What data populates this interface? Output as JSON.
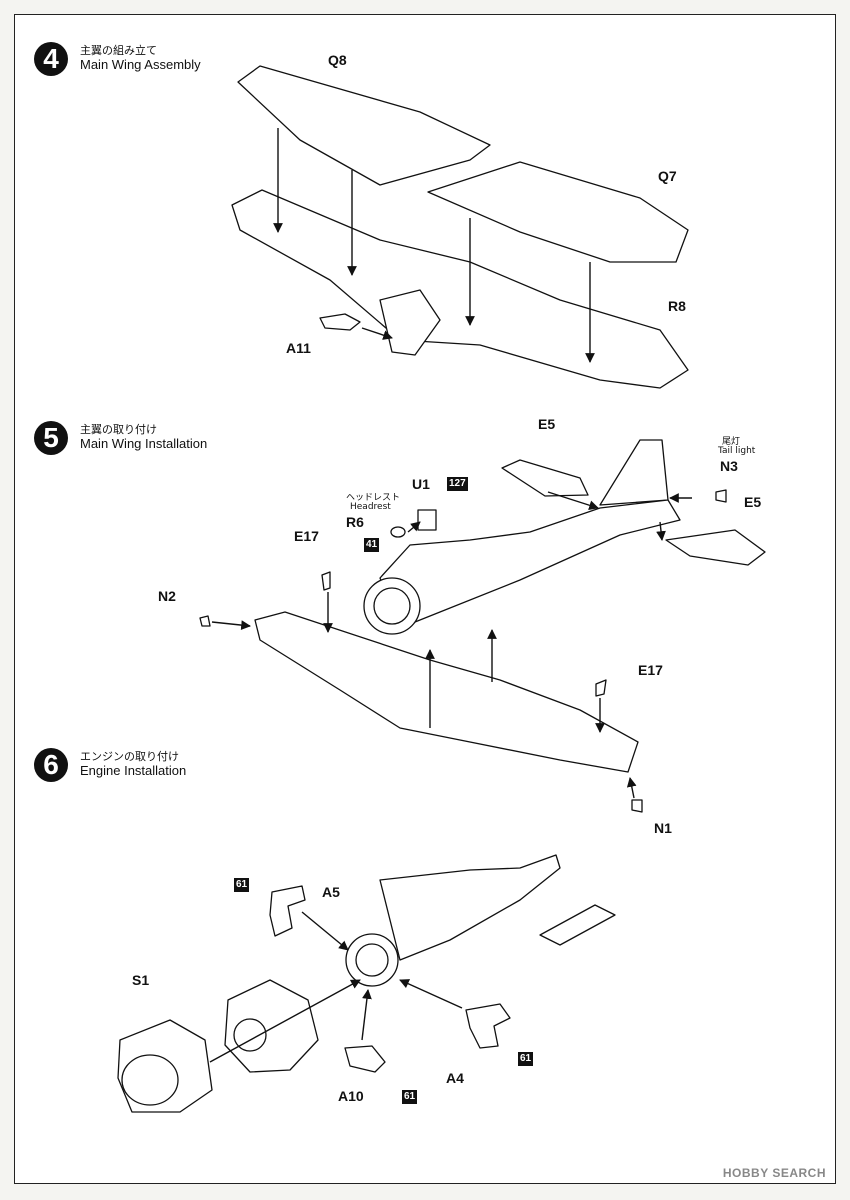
{
  "steps": [
    {
      "number": "4",
      "title_jp": "主翼の組み立て",
      "title_en": "Main Wing Assembly"
    },
    {
      "number": "5",
      "title_jp": "主翼の取り付け",
      "title_en": "Main Wing Installation"
    },
    {
      "number": "6",
      "title_jp": "エンジンの取り付け",
      "title_en": "Engine Installation"
    }
  ],
  "parts": {
    "q8": "Q8",
    "q7": "Q7",
    "r8": "R8",
    "a11": "A11",
    "e5_top": "E5",
    "e5_right": "E5",
    "u1": "U1",
    "r6": "R6",
    "n3": "N3",
    "n2": "N2",
    "n1": "N1",
    "e17_left": "E17",
    "e17_right": "E17",
    "a5": "A5",
    "s1": "S1",
    "a10": "A10",
    "a4": "A4"
  },
  "notes": {
    "headrest_jp": "ヘッドレスト",
    "headrest_en": "Headrest",
    "tail_light_jp": "尾灯",
    "tail_light_en": "Tail light"
  },
  "paint_codes": {
    "u1": "127",
    "r6": "41",
    "a5": "61",
    "a10": "61",
    "a4": "61"
  },
  "watermark": "HOBBY SEARCH"
}
